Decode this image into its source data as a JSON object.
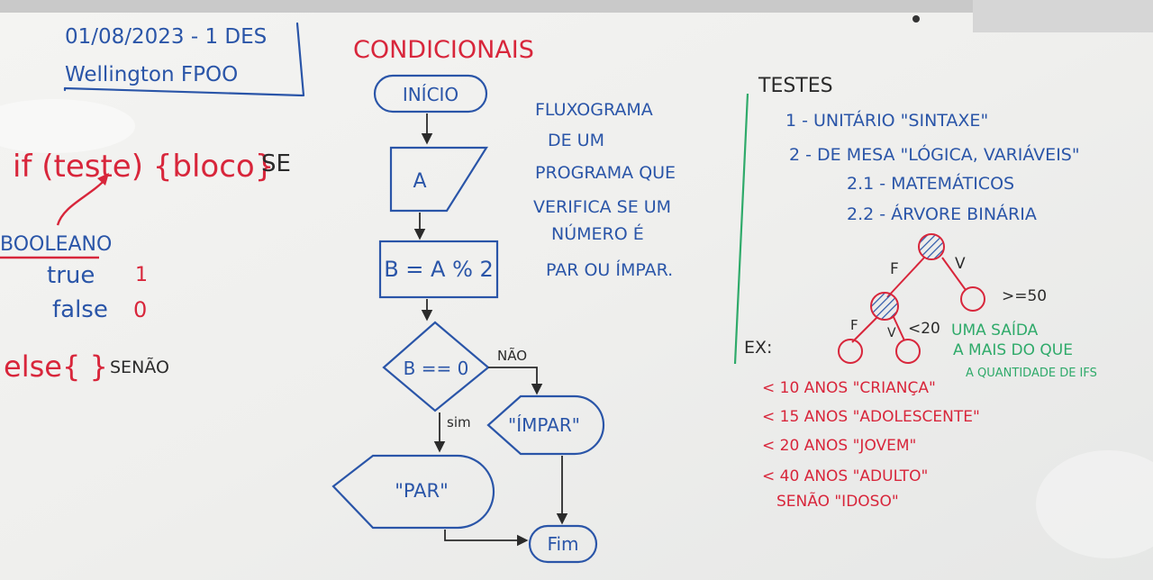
{
  "colors": {
    "board": "#efefed",
    "blue": "#2a55a8",
    "red": "#d8263b",
    "green": "#2faa6a",
    "black": "#2b2b2b"
  },
  "header": {
    "date": "01/08/2023 - 1 DES",
    "name": "Wellington FPOO"
  },
  "left_notes": {
    "if_line": "if (teste) {bloco}",
    "se": "SE",
    "booleano": "BOOLEANO",
    "true_word": "true",
    "true_value": "1",
    "false_word": "false",
    "false_value": "0",
    "else_line": "else{ }",
    "senao": "SENÃO"
  },
  "flowchart": {
    "title": "CONDICIONAIS",
    "inicio": "INÍCIO",
    "input_a": "A",
    "process": "B = A % 2",
    "decision": "B == 0",
    "no_label": "NÃO",
    "yes_label": "sim",
    "impar": "\"ÍMPAR\"",
    "par": "\"PAR\"",
    "fim": "Fim"
  },
  "description": [
    "FLUXOGRAMA",
    "DE UM",
    "PROGRAMA QUE",
    "VERIFICA SE UM",
    "NÚMERO É",
    "PAR OU ÍMPAR."
  ],
  "tests": {
    "title": "TESTES",
    "items": [
      "1 - UNITÁRIO \"SINTAXE\"",
      "2 - DE MESA \"LÓGICA, VARIÁVEIS\"",
      "2.1 - MATEMÁTICOS",
      "2.2 - ÁRVORE BINÁRIA"
    ],
    "tree_f1": "F",
    "tree_v1": "V",
    "tree_ge50": ">=50",
    "tree_f2": "F",
    "tree_v2": "V",
    "tree_lt20": "<20",
    "green_note": [
      "UMA SAÍDA",
      "A MAIS DO QUE",
      "A QUANTIDADE DE IFS"
    ],
    "ex": "EX:",
    "example_lines": [
      "< 10 ANOS \"CRIANÇA\"",
      "< 15 ANOS \"ADOLESCENTE\"",
      "< 20 ANOS \"JOVEM\"",
      "< 40 ANOS \"ADULTO\"",
      "SENÃO \"IDOSO\""
    ]
  }
}
